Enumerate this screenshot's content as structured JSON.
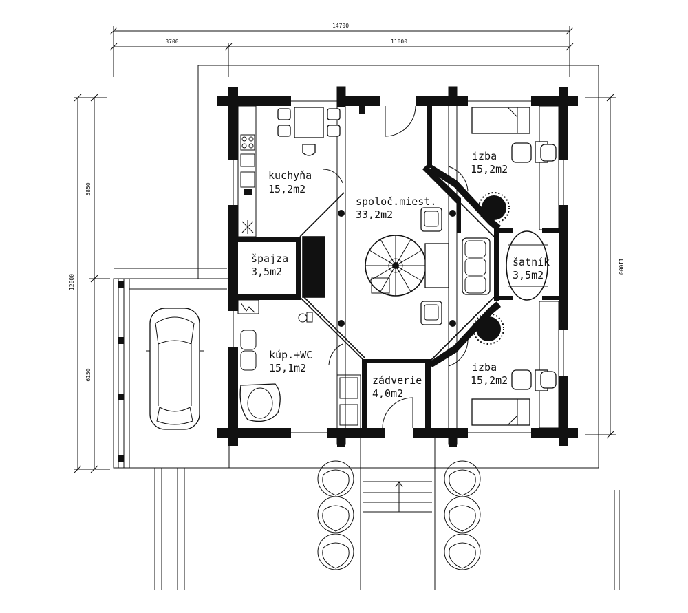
{
  "plan": {
    "dimensions": {
      "top_total": "14700",
      "top_left": "3700",
      "top_right": "11000",
      "left_upper": "5850",
      "left_total": "12000",
      "left_lower": "6150",
      "right_total": "11000"
    },
    "rooms": {
      "kitchen": {
        "name": "kuchyňa",
        "area": "15,2m2"
      },
      "living": {
        "name": "spoloč.miest.",
        "area": "33,2m2"
      },
      "pantry": {
        "name": "špajza",
        "area": "3,5m2"
      },
      "bath": {
        "name": "kúp.+WC",
        "area": "15,1m2"
      },
      "entry": {
        "name": "zádverie",
        "area": "4,0m2"
      },
      "room_upper": {
        "name": "izba",
        "area": "15,2m2"
      },
      "wardrobe": {
        "name": "šatník",
        "area": "3,5m2"
      },
      "room_lower": {
        "name": "izba",
        "area": "15,2m2"
      }
    }
  }
}
